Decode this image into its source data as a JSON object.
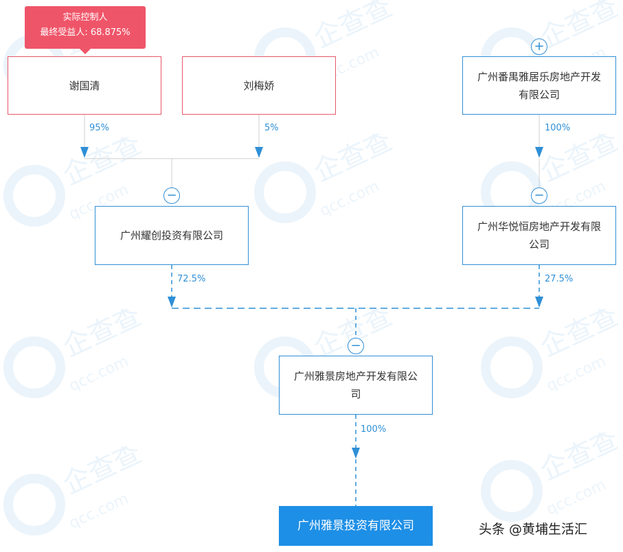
{
  "controller_tag": {
    "title": "实际控制人",
    "beneficiary": "最终受益人: 68.875%"
  },
  "nodes": {
    "xie": "谢国清",
    "liu": "刘梅娇",
    "panyu": "广州番禺雅居乐房地产开发有限公司",
    "yaochuang": "广州耀创投资有限公司",
    "huayue": "广州华悦恒房地产开发有限公司",
    "yajing_re": "广州雅景房地产开发有限公司",
    "yajing_inv": "广州雅景投资有限公司"
  },
  "shares": {
    "xie_to_yaochuang": "95%",
    "liu_to_yaochuang": "5%",
    "panyu_to_huayue": "100%",
    "yaochuang_to_yajing": "72.5%",
    "huayue_to_yajing": "27.5%",
    "yajing_re_to_inv": "100%"
  },
  "toggles": {
    "expand": "+",
    "collapse": "−"
  },
  "watermark": {
    "brand": "企查查",
    "domain": "qcc.com"
  },
  "credit": "头条 @黄埔生活汇",
  "colors": {
    "person_border": "#e8566a",
    "company_border": "#2f8fd6",
    "target_fill": "#1e8fe6",
    "tag_fill": "#ef5569",
    "percent_text": "#2f8fd6"
  }
}
